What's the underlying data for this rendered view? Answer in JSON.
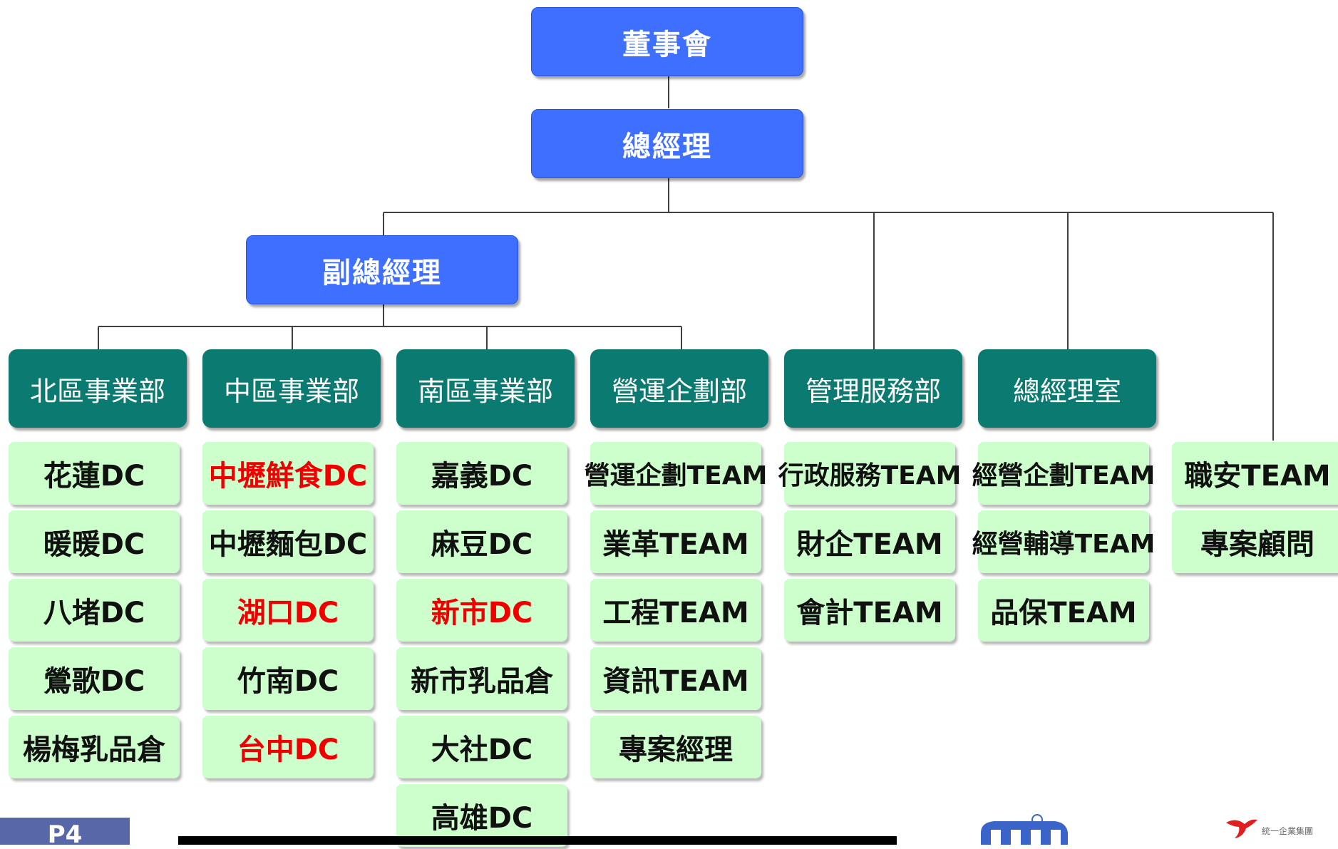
{
  "top": {
    "chairman": "董事會",
    "general_manager": "總經理",
    "vice_general_manager": "副總經理"
  },
  "departments": [
    {
      "name": "北區事業部",
      "items": [
        {
          "label": "花蓮DC",
          "highlight": false
        },
        {
          "label": "暖暖DC",
          "highlight": false
        },
        {
          "label": "八堵DC",
          "highlight": false
        },
        {
          "label": "鶯歌DC",
          "highlight": false
        },
        {
          "label": "楊梅乳品倉",
          "highlight": false
        }
      ]
    },
    {
      "name": "中區事業部",
      "items": [
        {
          "label": "中壢鮮食DC",
          "highlight": true
        },
        {
          "label": "中壢麵包DC",
          "highlight": false
        },
        {
          "label": "湖口DC",
          "highlight": true
        },
        {
          "label": "竹南DC",
          "highlight": false
        },
        {
          "label": "台中DC",
          "highlight": true
        }
      ]
    },
    {
      "name": "南區事業部",
      "items": [
        {
          "label": "嘉義DC",
          "highlight": false
        },
        {
          "label": "麻豆DC",
          "highlight": false
        },
        {
          "label": "新市DC",
          "highlight": true
        },
        {
          "label": "新市乳品倉",
          "highlight": false
        },
        {
          "label": "大社DC",
          "highlight": false
        },
        {
          "label": "高雄DC",
          "highlight": false
        }
      ]
    },
    {
      "name": "營運企劃部",
      "items": [
        {
          "label": "營運企劃TEAM",
          "highlight": false
        },
        {
          "label": "業革TEAM",
          "highlight": false
        },
        {
          "label": "工程TEAM",
          "highlight": false
        },
        {
          "label": "資訊TEAM",
          "highlight": false
        },
        {
          "label": "專案經理",
          "highlight": false
        }
      ]
    },
    {
      "name": "管理服務部",
      "items": [
        {
          "label": "行政服務TEAM",
          "highlight": false
        },
        {
          "label": "財企TEAM",
          "highlight": false
        },
        {
          "label": "會計TEAM",
          "highlight": false
        }
      ]
    },
    {
      "name": "總經理室",
      "items": [
        {
          "label": "經營企劃TEAM",
          "highlight": false
        },
        {
          "label": "經營輔導TEAM",
          "highlight": false
        },
        {
          "label": "品保TEAM",
          "highlight": false
        }
      ]
    }
  ],
  "standalone_items": [
    {
      "label": "職安TEAM",
      "highlight": false
    },
    {
      "label": "專案顧問",
      "highlight": false
    }
  ],
  "footer": {
    "page_label": "P4",
    "logo_text": "統一企業集團"
  },
  "colors": {
    "top_box": "#3f6fff",
    "department_box": "#0b7a70",
    "team_box": "#ccffcc",
    "highlight_text": "#ee0000"
  }
}
